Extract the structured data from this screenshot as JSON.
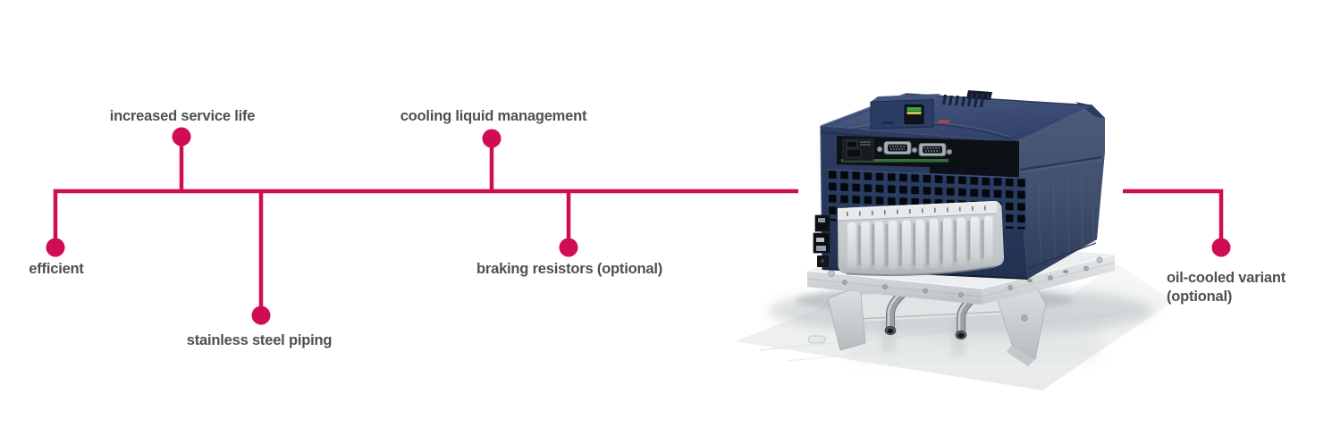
{
  "diagram": {
    "accent_color": "#d00c53",
    "label_color": "#4f4f4f",
    "callouts": {
      "increased_service_life": "increased service life",
      "cooling_liquid_management": "cooling liquid management",
      "efficient": "efficient",
      "stainless_steel_piping": "stainless steel piping",
      "braking_resistors": "braking resistors (optional)",
      "oil_cooled_variant_line1": "oil-cooled variant",
      "oil_cooled_variant_line2": "(optional)"
    }
  },
  "icons": {
    "device_render": "liquid-cooled-drive-unit-3d-render",
    "callout_dot": "connector-dot"
  },
  "device_colors": {
    "body_navy": "#2d3e62",
    "terminal_cover_gray": "#ced1d3",
    "base_silver": "#dcdfe1",
    "floor_white": "#f4f5f5"
  }
}
